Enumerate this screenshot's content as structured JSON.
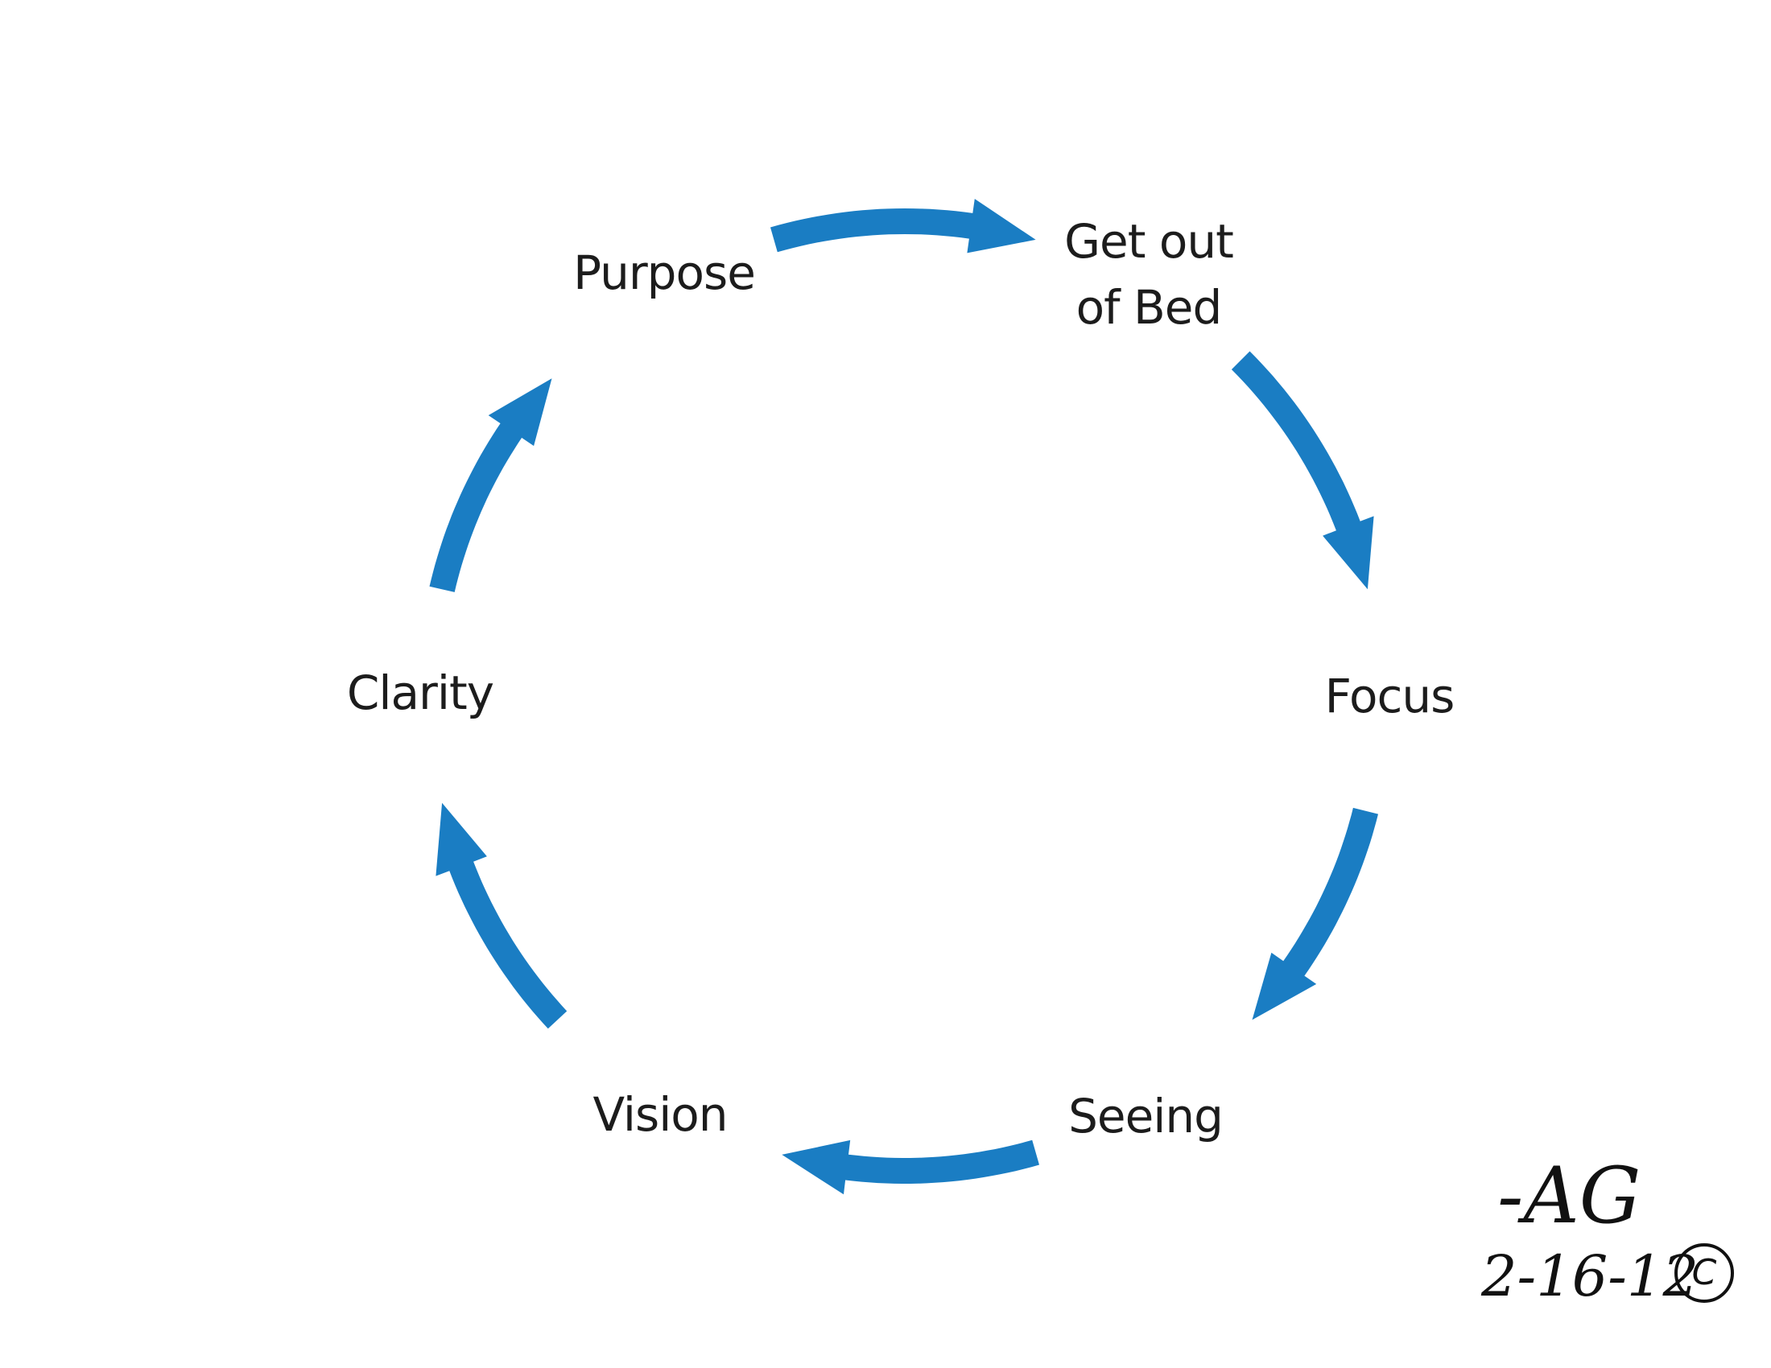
{
  "diagram": {
    "type": "cycle",
    "arrow_color": "#1a7dc3",
    "nodes": [
      {
        "id": "purpose",
        "label": "Purpose"
      },
      {
        "id": "get-out-of-bed",
        "label_line1": "Get out",
        "label_line2": "of Bed"
      },
      {
        "id": "focus",
        "label": "Focus"
      },
      {
        "id": "seeing",
        "label": "Seeing"
      },
      {
        "id": "vision",
        "label": "Vision"
      },
      {
        "id": "clarity",
        "label": "Clarity"
      }
    ],
    "edges": [
      {
        "from": "Purpose",
        "to": "Get out of Bed"
      },
      {
        "from": "Get out of Bed",
        "to": "Focus"
      },
      {
        "from": "Focus",
        "to": "Seeing"
      },
      {
        "from": "Seeing",
        "to": "Vision"
      },
      {
        "from": "Vision",
        "to": "Clarity"
      },
      {
        "from": "Clarity",
        "to": "Purpose"
      }
    ]
  },
  "signature": {
    "initials": "-AG",
    "date": "2-16-12",
    "copyright": "C"
  }
}
